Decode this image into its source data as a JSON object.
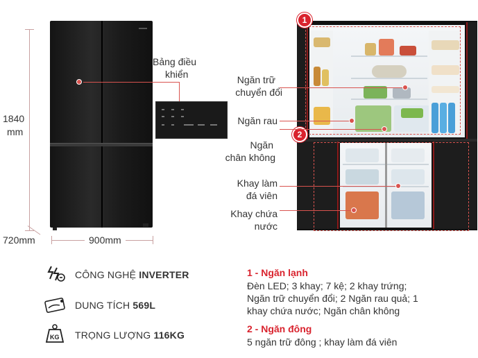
{
  "dimensions": {
    "height": "1840",
    "height_unit": "mm",
    "depth": "720mm",
    "width": "900mm"
  },
  "control_panel_label": {
    "line1": "Bảng điều",
    "line2": "khiển"
  },
  "callouts": [
    {
      "line1": "Ngăn trữ",
      "line2": "chuyển đổi"
    },
    {
      "line1": "Ngăn rau",
      "line2": ""
    },
    {
      "line1": "Ngăn",
      "line2": "chân không"
    },
    {
      "line1": "Khay làm",
      "line2": "đá viên"
    },
    {
      "line1": "Khay chứa",
      "line2": "nước"
    }
  ],
  "badges": [
    "1",
    "2"
  ],
  "features": [
    {
      "icon": "inverter-icon",
      "prefix": "CÔNG NGHỆ ",
      "bold": "INVERTER"
    },
    {
      "icon": "capacity-icon",
      "prefix": "DUNG TÍCH ",
      "bold": "569L"
    },
    {
      "icon": "weight-icon",
      "prefix": "TRỌNG LƯỢNG ",
      "bold": "116KG",
      "icon_text": "KG"
    }
  ],
  "sections": [
    {
      "title": "1 - Ngăn lạnh",
      "lines": [
        "Đèn LED; 3 khay; 7 kệ; 2 khay trứng;",
        "Ngăn trữ chuyển đổi; 2 Ngăn rau quả; 1",
        "khay chứa nước; Ngăn chân không"
      ]
    },
    {
      "title": "2 - Ngăn đông",
      "lines": [
        "5 ngăn trữ đông ; khay làm đá viên"
      ]
    }
  ],
  "colors": {
    "accent": "#d9232e",
    "fridge": "#1a1a1a"
  }
}
